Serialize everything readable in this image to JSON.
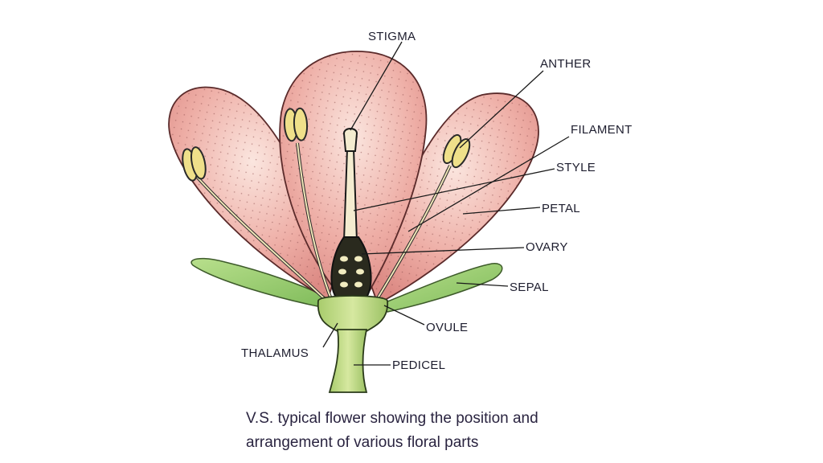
{
  "labels": {
    "stigma": "STIGMA",
    "anther": "ANTHER",
    "filament": "FILAMENT",
    "style": "STYLE",
    "petal": "PETAL",
    "ovary": "OVARY",
    "sepal": "SEPAL",
    "ovule": "OVULE",
    "thalamus": "THALAMUS",
    "pedicel": "PEDICEL"
  },
  "caption": {
    "line1": "V.S. typical flower showing the position and",
    "line2": "arrangement of various floral parts"
  },
  "colors": {
    "petal": "#e79a93",
    "petal_light": "#f6cfc6",
    "sepal": "#9ccf72",
    "anther": "#efe08a",
    "ovary": "#2a2a1e",
    "thalamus": "#c4db86"
  }
}
